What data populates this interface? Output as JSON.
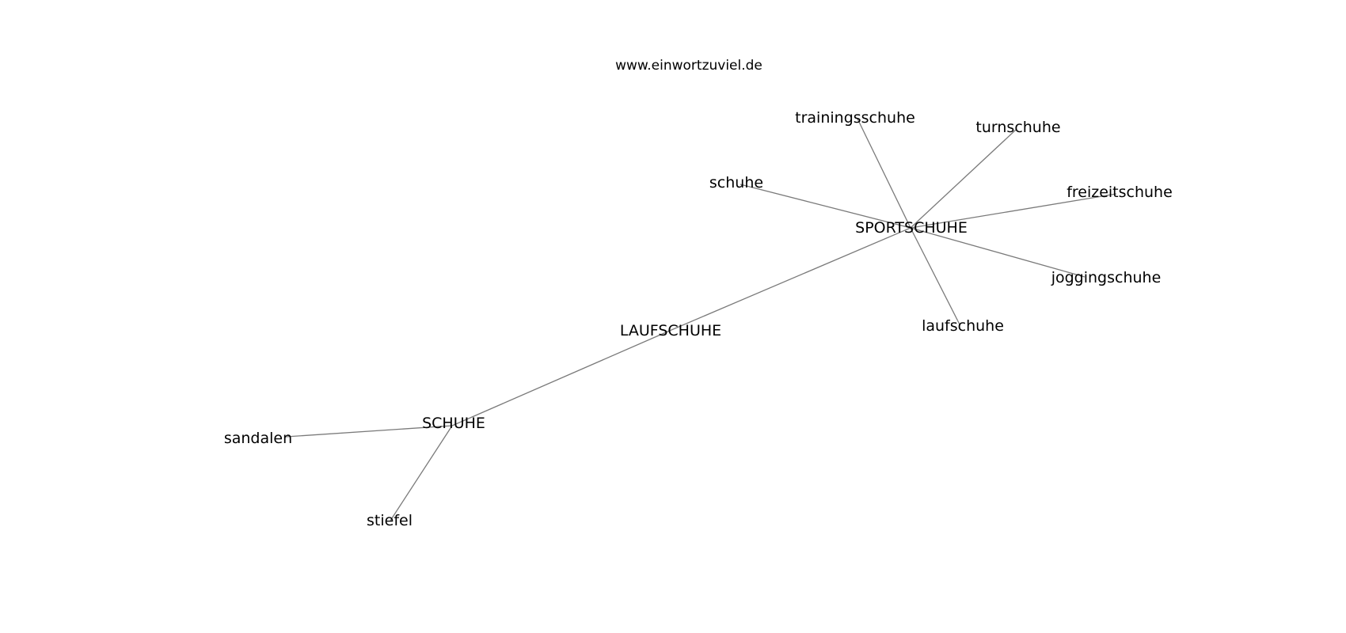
{
  "site": "www.einwortzuviel.de",
  "nodes": [
    {
      "id": "sportschuhe",
      "label": "SPORTSCHUHE"
    },
    {
      "id": "trainingsschuhe",
      "label": "trainingsschuhe"
    },
    {
      "id": "turnschuhe",
      "label": "turnschuhe"
    },
    {
      "id": "schuhe_small",
      "label": "schuhe"
    },
    {
      "id": "freizeitschuhe",
      "label": "freizeitschuhe"
    },
    {
      "id": "joggingschuhe",
      "label": "joggingschuhe"
    },
    {
      "id": "laufschuhe_small",
      "label": "laufschuhe"
    },
    {
      "id": "laufschuhe",
      "label": "LAUFSCHUHE"
    },
    {
      "id": "schuhe",
      "label": "SCHUHE"
    },
    {
      "id": "sandalen",
      "label": "sandalen"
    },
    {
      "id": "stiefel",
      "label": "stiefel"
    }
  ],
  "edges": [
    {
      "source": "sportschuhe",
      "target": "trainingsschuhe"
    },
    {
      "source": "sportschuhe",
      "target": "turnschuhe"
    },
    {
      "source": "sportschuhe",
      "target": "schuhe_small"
    },
    {
      "source": "sportschuhe",
      "target": "freizeitschuhe"
    },
    {
      "source": "sportschuhe",
      "target": "joggingschuhe"
    },
    {
      "source": "sportschuhe",
      "target": "laufschuhe_small"
    },
    {
      "source": "sportschuhe",
      "target": "laufschuhe"
    },
    {
      "source": "laufschuhe",
      "target": "schuhe"
    },
    {
      "source": "schuhe",
      "target": "sandalen"
    },
    {
      "source": "schuhe",
      "target": "stiefel"
    }
  ]
}
